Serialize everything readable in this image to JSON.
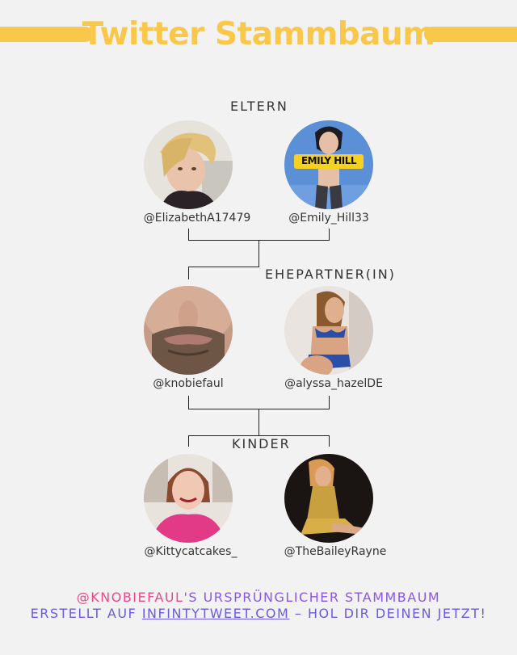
{
  "title": "Twitter Stammbaum",
  "sections": {
    "parents": "ELTERN",
    "spouses": "EHEPARTNER(IN)",
    "children": "KINDER"
  },
  "people": {
    "parent1": "@ElizabethA17479",
    "parent2": "@Emily_Hill33",
    "self": "@knobiefaul",
    "spouse": "@alyssa_hazelDE",
    "child1": "@Kittycatcakes_",
    "child2": "@TheBaileyRayne"
  },
  "parent2_badge": "EMILY HILL",
  "footer": {
    "user": "@KNOBIEFAUL",
    "line1_rest": "'S URSPRÜNGLICHER STAMMBAUM",
    "line2_prefix": "ERSTELLT AUF ",
    "link": "INFINTYTWEET.COM",
    "line2_suffix": " – HOL DIR DEINEN JETZT!"
  }
}
